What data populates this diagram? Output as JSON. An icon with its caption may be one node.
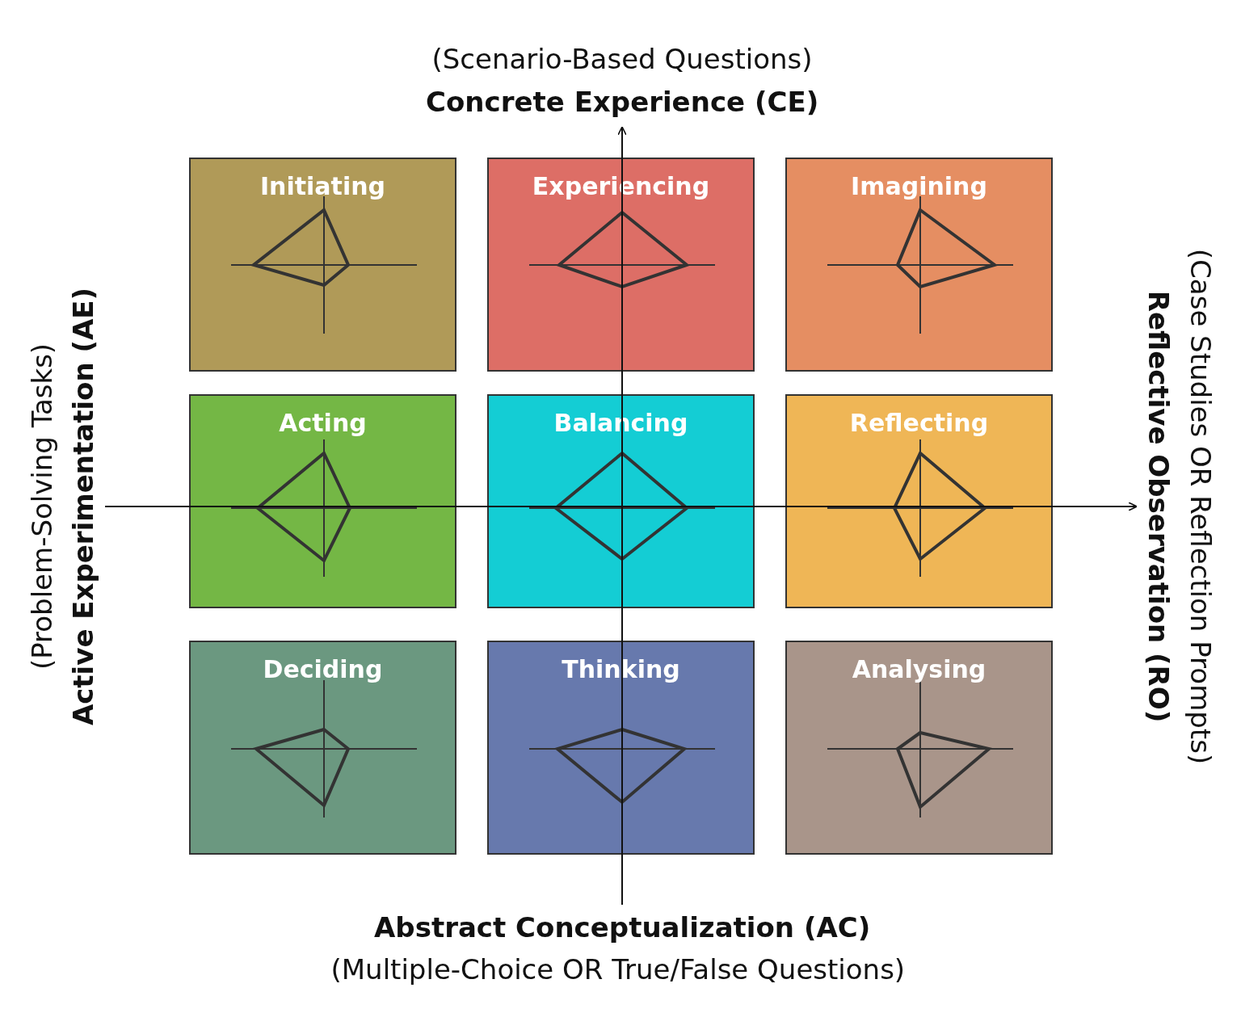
{
  "diagram": {
    "nodes": [
      {
        "text": [
          "Initiating"
        ]
      },
      {
        "text": [
          "Experiencing"
        ]
      },
      {
        "text": [
          "Imagining"
        ]
      },
      {
        "text": [
          "Acting"
        ]
      },
      {
        "text": [
          "Balancing"
        ]
      },
      {
        "text": [
          "Reflecting"
        ]
      },
      {
        "text": [
          "Deciding"
        ]
      },
      {
        "text": [
          "Thinking"
        ]
      },
      {
        "text": [
          "Analysing"
        ]
      }
    ],
    "edges": [],
    "labels": [
      "(Scenario-Based Questions)",
      "Concrete Experience (CE)",
      "(Problem-Solving Tasks)",
      "Active Experimentation (AE)",
      "(Case Studies OR Reflection Prompts)",
      "Reflective Observation (RO)",
      "Abstract Conceptualization (AC)",
      "(Multiple-Choice OR True/False Questions)"
    ]
  }
}
